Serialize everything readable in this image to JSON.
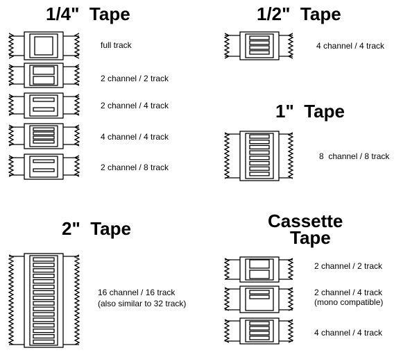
{
  "titles": {
    "quarter": "1/4\"  Tape",
    "half": "1/2\"  Tape",
    "one": "1\"  Tape",
    "two": "2\"  Tape",
    "cassette_line1": "Cassette",
    "cassette_line2": "Tape"
  },
  "labels": {
    "q_full": "full track",
    "q_2ch2tr": "2 channel / 2 track",
    "q_2ch4tr": "2 channel / 4 track",
    "q_4ch4tr": "4 channel / 4 track",
    "q_2ch8tr": "2 channel / 8 track",
    "h_4ch4tr": "4 channel / 4 track",
    "o_8ch8tr": "8  channel / 8 track",
    "t_16ch_line1": "16 channel / 16 track",
    "t_16ch_line2": "(also similar to 32 track)",
    "c_2ch2tr": "2 channel / 2 track",
    "c_2ch4tr_line1": "2 channel / 4 track",
    "c_2ch4tr_line2": "(mono compatible)",
    "c_4ch4tr": "4 channel / 4 track"
  }
}
